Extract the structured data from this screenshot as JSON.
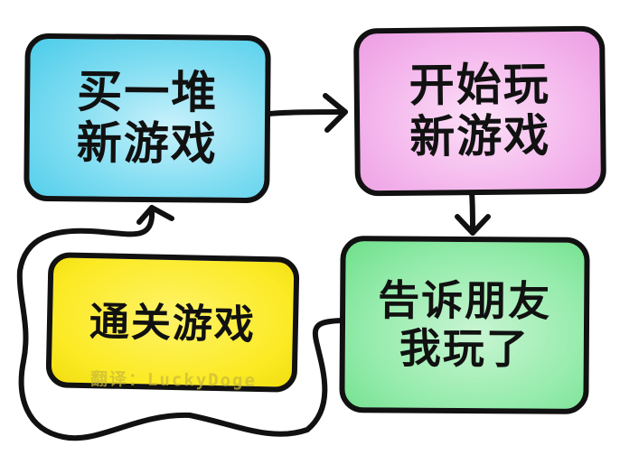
{
  "diagram": {
    "type": "cycle-flowchart",
    "colors": {
      "outline": "#111111",
      "box_buy": "#7ddcf1",
      "box_play": "#f4b6ec",
      "box_tell": "#94ebab",
      "box_clear": "#fbea24",
      "watermark": "#c8b83a"
    },
    "nodes": [
      {
        "id": "buy",
        "lines": [
          "买一堆",
          "新游戏"
        ]
      },
      {
        "id": "play",
        "lines": [
          "开始玩",
          "新游戏"
        ]
      },
      {
        "id": "tell",
        "lines": [
          "告诉朋友",
          "我玩了"
        ]
      },
      {
        "id": "clear",
        "lines": [
          "通关游戏"
        ]
      }
    ],
    "edges": [
      {
        "from": "buy",
        "to": "play"
      },
      {
        "from": "play",
        "to": "tell"
      },
      {
        "from": "tell",
        "to": "buy",
        "via": "loop around clear"
      }
    ],
    "watermark": "翻译：LuckyDoge"
  }
}
